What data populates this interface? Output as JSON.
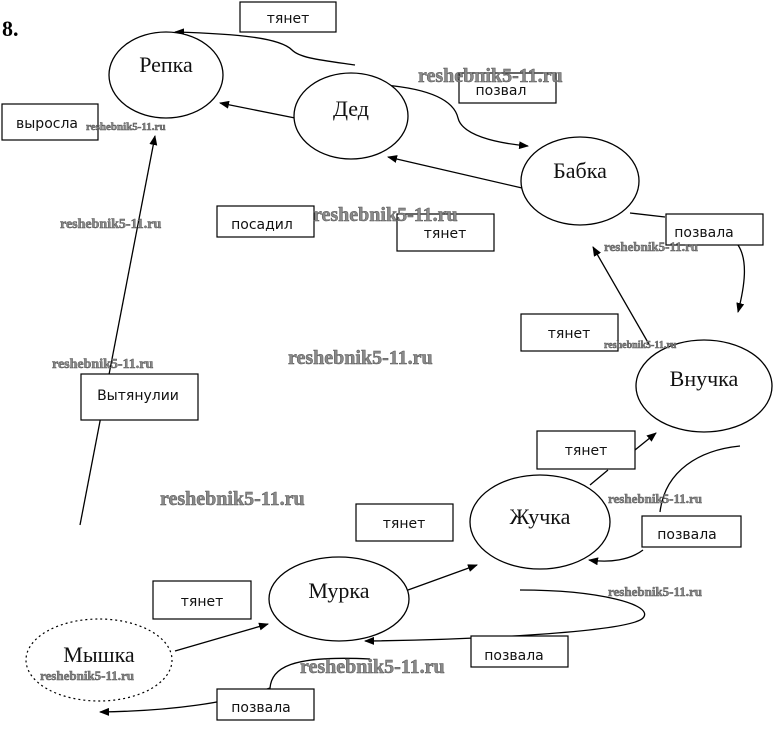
{
  "task_number": "8.",
  "nodes": {
    "repka": "Репка",
    "ded": "Дед",
    "babka": "Бабка",
    "vnuchka": "Внучка",
    "zhuchka": "Жучка",
    "murka": "Мурка",
    "myshka": "Мышка"
  },
  "labels": {
    "tyanet_top": "тянет",
    "pozval": "позвал",
    "vyrosla": "выросла",
    "posadil": "посадил",
    "tyanet_babka": "тянет",
    "pozvala_babka": "позвала",
    "tyanet_vnuchka": "тянет",
    "vytyanuli": "Вытянулии",
    "tyanet_zhuchka": "тянет",
    "tyanet_murka": "тянет",
    "pozvala_vnuchka": "позвала",
    "pozvala_zhuchka": "позвала",
    "pozvala_murka": "позвала"
  },
  "watermark": "reshebnik5-11.ru"
}
